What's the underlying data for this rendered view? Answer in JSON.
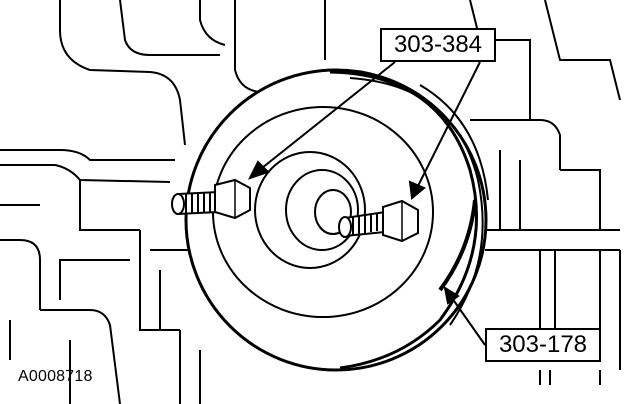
{
  "callouts": {
    "tool_top": "303-384",
    "tool_bottom": "303-178"
  },
  "figure_id": "A0008718",
  "colors": {
    "line": "#000000",
    "background": "#ffffff"
  }
}
